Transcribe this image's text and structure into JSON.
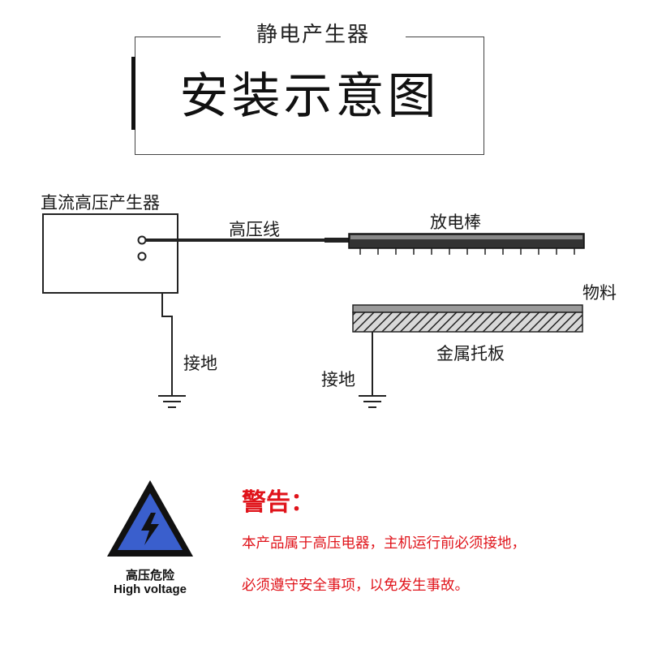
{
  "header": {
    "subtitle": "静电产生器",
    "title": "安装示意图"
  },
  "diagram": {
    "labels": {
      "generator": "直流高压产生器",
      "hv_wire": "高压线",
      "discharge_bar": "放电棒",
      "material": "物料",
      "metal_tray": "金属托板",
      "ground_left": "接地",
      "ground_right": "接地"
    }
  },
  "warning": {
    "sign_label_cn": "高压危险",
    "sign_label_en": "High voltage",
    "title": "警告：",
    "line1": "本产品属于高压电器，主机运行前必须接地，",
    "line2": "必须遵守安全事项，以免发生事故。",
    "color": "#e0141b",
    "sign_color": "#3a5fcd"
  }
}
